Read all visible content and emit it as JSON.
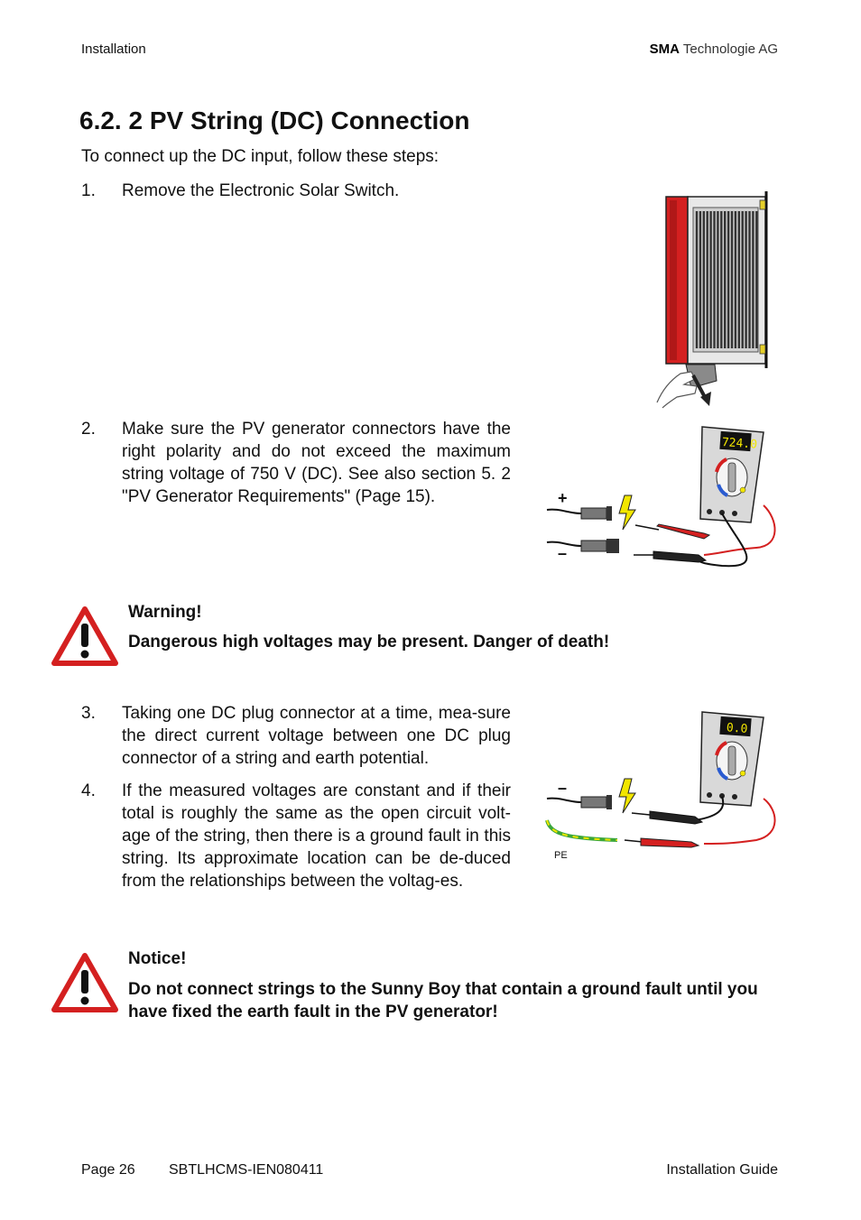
{
  "header": {
    "section": "Installation",
    "company_bold": "SMA",
    "company_rest": "Technologie AG"
  },
  "title": "6.2. 2 PV String (DC) Connection",
  "intro": "To connect up the DC input, follow these steps:",
  "steps": [
    {
      "num": "1.",
      "text": "Remove the Electronic Solar Switch."
    },
    {
      "num": "2.",
      "text": "Make sure the PV generator connectors have the right polarity and do not exceed the maximum string voltage of 750 V (DC). See also section 5. 2 \"PV Generator Requirements\" (Page 15)."
    },
    {
      "num": "3.",
      "text": "Taking one DC plug connector at a time, mea-sure the direct current voltage between one DC plug connector of a string and earth potential."
    },
    {
      "num": "4.",
      "text": "If the measured voltages are constant and if their total is roughly the same as the open circuit volt-age of the string, then there is a ground fault in this string. Its approximate location can be de-duced from the relationships between the voltag-es."
    }
  ],
  "warning": {
    "title": "Warning!",
    "text": "Dangerous high voltages may be present. Danger of death!"
  },
  "notice": {
    "title": "Notice!",
    "text": "Do not connect strings to the Sunny Boy that contain a ground fault until you have fixed the earth fault in the PV generator!"
  },
  "figures": {
    "meter1_display": "724.0",
    "meter2_display": "0.0",
    "plus_label": "+",
    "minus_label": "–",
    "pe_label": "PE"
  },
  "footer": {
    "page": "Page 26",
    "doc_id": "SBTLHCMS-IEN080411",
    "guide": "Installation Guide"
  },
  "colors": {
    "red": "#d42020",
    "yellow": "#f2e600",
    "meter_body": "#d9d9d9"
  }
}
